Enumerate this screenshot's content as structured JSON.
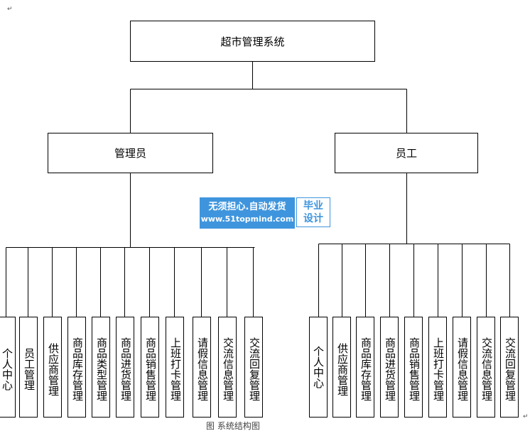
{
  "root": "超市管理系统",
  "admin": {
    "label": "管理员",
    "items": [
      "个人中心",
      "员工管理",
      "供应商管理",
      "商品库存管理",
      "商品类型管理",
      "商品进货管理",
      "商品销售管理",
      "上班打卡管理",
      "请假信息管理",
      "交流信息管理",
      "交流回复管理"
    ]
  },
  "staff": {
    "label": "员工",
    "items": [
      "个人中心",
      "供应商管理",
      "商品库存管理",
      "商品进货管理",
      "商品销售管理",
      "上班打卡管理",
      "请假信息管理",
      "交流信息管理",
      "交流回复管理"
    ]
  },
  "watermark": {
    "line1": "无须担心.自动发货",
    "line2": "www.51topmind.com",
    "badge_top": "毕业",
    "badge_bottom": "设计"
  },
  "caption": "图 系统结构图",
  "paragraph_mark": "↵"
}
